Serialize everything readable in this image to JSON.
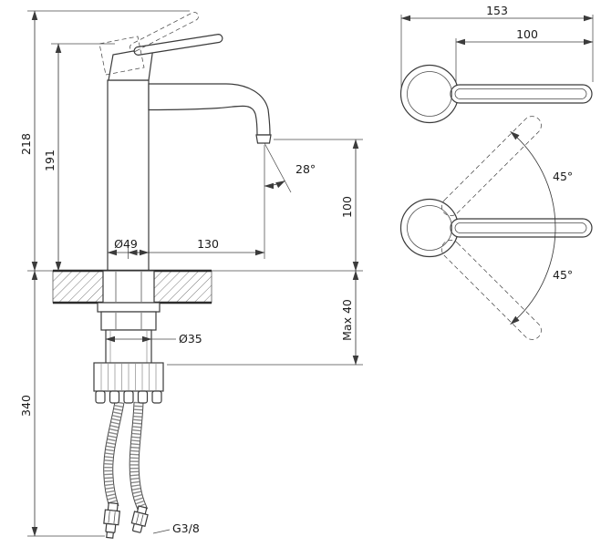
{
  "front_view": {
    "dim_total_height": "218",
    "dim_body_height": "191",
    "dim_hose_length": "340",
    "dim_spout_angle": "28°",
    "dim_spout_height": "100",
    "dim_base_diameter": "Ø49",
    "dim_spout_reach": "130",
    "dim_shank_diameter": "Ø35",
    "dim_max_deck_thickness": "Max 40",
    "label_hose_thread": "G3/8"
  },
  "top_view": {
    "dim_total_length": "153",
    "dim_lever_length": "100",
    "dim_swing_up": "45°",
    "dim_swing_down": "45°"
  },
  "colors": {
    "line": "#3b3b3b",
    "background": "#ffffff"
  }
}
